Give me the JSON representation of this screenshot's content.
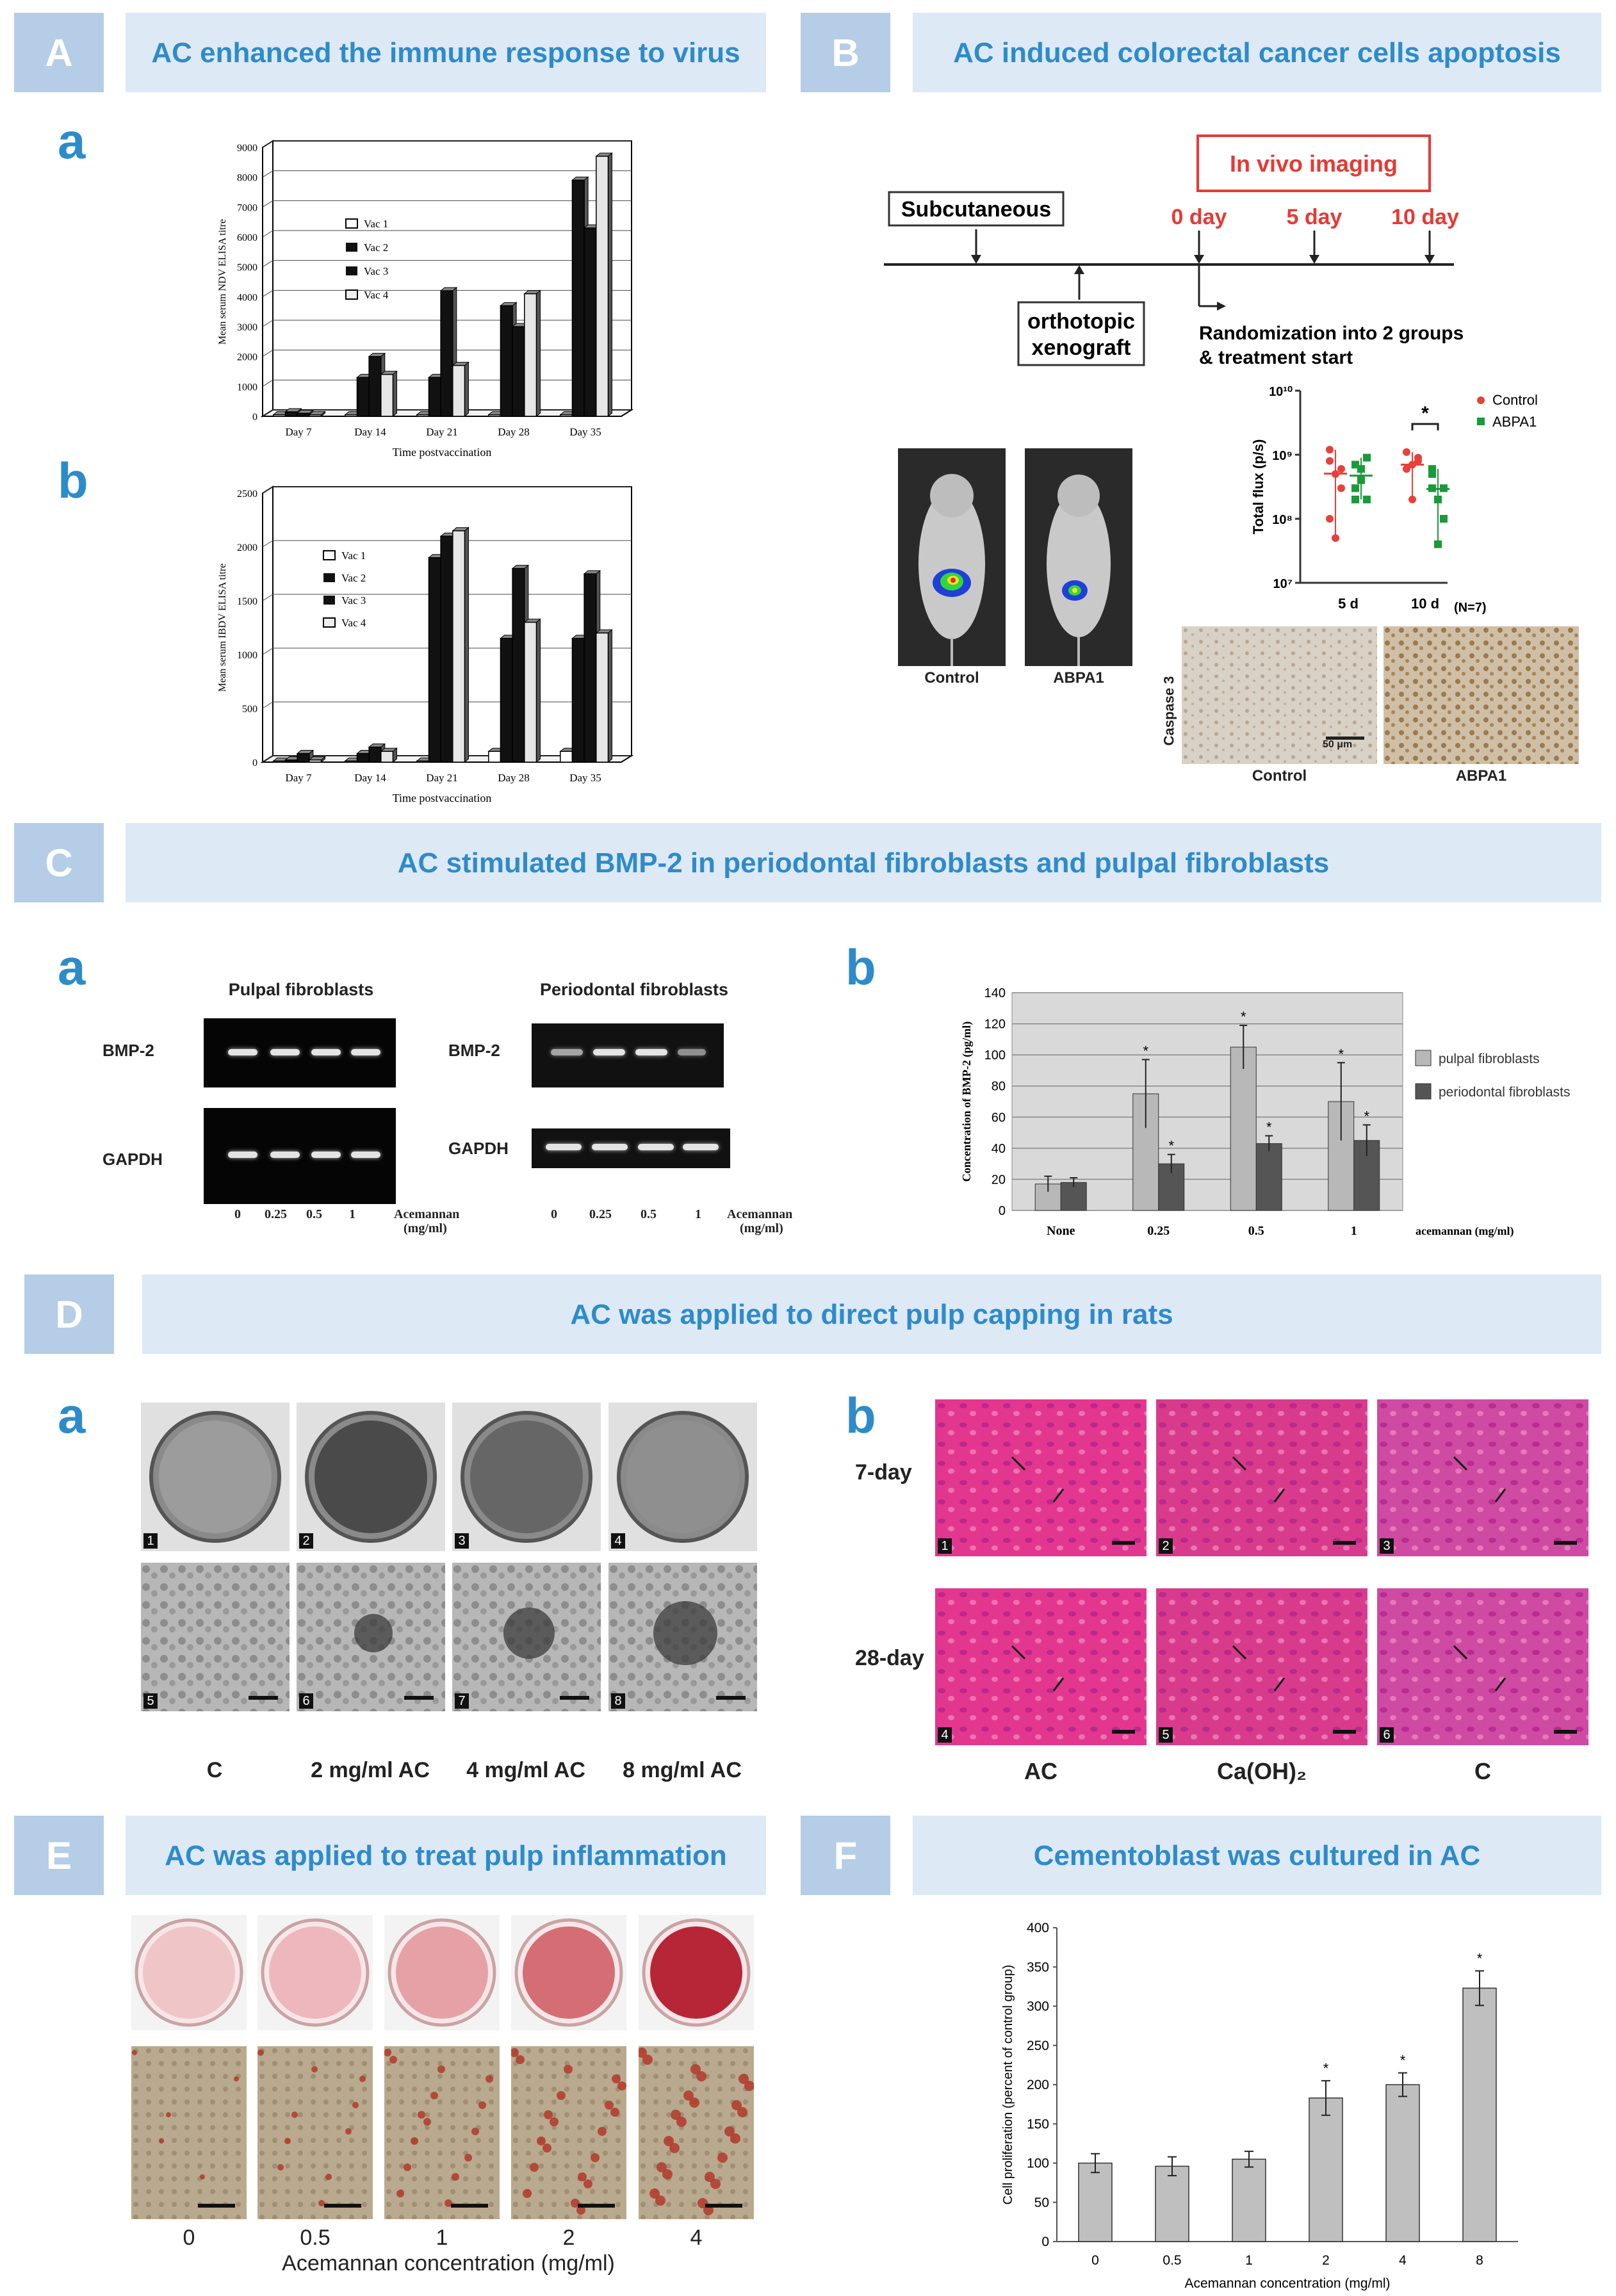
{
  "sections": {
    "A": {
      "letter": "A",
      "title": "AC enhanced  the immune response to virus"
    },
    "B": {
      "letter": "B",
      "title": "AC induced colorectal cancer cells apoptosis"
    },
    "C": {
      "letter": "C",
      "title": "AC stimulated BMP-2 in periodontal fibroblasts and pulpal fibroblasts"
    },
    "D": {
      "letter": "D",
      "title": "AC was applied to direct pulp capping in rats"
    },
    "E": {
      "letter": "E",
      "title": "AC was applied to treat pulp inflammation"
    },
    "F": {
      "letter": "F",
      "title": "Cementoblast was cultured in AC"
    }
  },
  "sublabels": {
    "a": "a",
    "b": "b"
  },
  "A_legend": [
    "Vac 1",
    "Vac 2",
    "Vac 3",
    "Vac 4"
  ],
  "B_timeline": {
    "subcutaneous": "Subcutaneous",
    "orthotopic": "orthotopic",
    "xenograft": "xenograft",
    "imaging": "In vivo imaging",
    "day0": "0 day",
    "day5": "5 day",
    "day10": "10 day",
    "random1": "Randomization into 2 groups",
    "random2": "& treatment start"
  },
  "B_mice": {
    "control": "Control",
    "treated": "ABPA1"
  },
  "B_ihc": {
    "ylabel": "Caspase 3",
    "scale": "50 μm",
    "control": "Control",
    "treated": "ABPA1"
  },
  "C_gel": {
    "title_left": "Pulpal fibroblasts",
    "title_right": "Periodontal fibroblasts",
    "bmp2": "BMP-2",
    "gapdh": "GAPDH",
    "lanes": [
      "0",
      "0.25",
      "0.5",
      "1"
    ],
    "xlabel1": "Acemannan",
    "xlabel2": "(mg/ml)"
  },
  "D_a": {
    "labels": [
      "C",
      "2 mg/ml AC",
      "4 mg/ml AC",
      "8 mg/ml AC"
    ],
    "panel_numbers": [
      "1",
      "2",
      "3",
      "4",
      "5",
      "6",
      "7",
      "8"
    ]
  },
  "D_b": {
    "rows": [
      "7-day",
      "28-day"
    ],
    "cols": [
      "AC",
      "Ca(OH)₂",
      "C"
    ],
    "panel_numbers": [
      "1",
      "2",
      "3",
      "4",
      "5",
      "6"
    ]
  },
  "E_panel": {
    "labels": [
      "0",
      "0.5",
      "1",
      "2",
      "4"
    ],
    "xlabel": "Acemannan concentration (mg/ml)"
  },
  "chart_data": [
    {
      "id": "A_a",
      "type": "bar",
      "categories": [
        "Day 7",
        "Day 14",
        "Day 21",
        "Day 28",
        "Day 35"
      ],
      "ylabel": "Mean serum NDV ELISA titre",
      "xlabel": "Time postvaccination",
      "ylim": [
        0,
        9000
      ],
      "yticks": [
        "0",
        "1000",
        "2000",
        "3000",
        "4000",
        "5000",
        "6000",
        "7000",
        "8000",
        "9000"
      ],
      "series": [
        {
          "name": "Vac 1",
          "values": [
            50,
            50,
            50,
            50,
            50
          ]
        },
        {
          "name": "Vac 2",
          "values": [
            150,
            1300,
            1300,
            3700,
            7900
          ]
        },
        {
          "name": "Vac 3",
          "values": [
            100,
            2000,
            4200,
            3000,
            6300
          ]
        },
        {
          "name": "Vac 4",
          "values": [
            50,
            1400,
            1700,
            4100,
            8700
          ]
        }
      ]
    },
    {
      "id": "A_b",
      "type": "bar",
      "categories": [
        "Day 7",
        "Day 14",
        "Day 21",
        "Day 28",
        "Day 35"
      ],
      "ylabel": "Mean serum IBDV ELISA titre",
      "xlabel": "Time postvaccination",
      "ylim": [
        0,
        2500
      ],
      "yticks": [
        "0",
        "500",
        "1000",
        "1500",
        "2000",
        "2500"
      ],
      "series": [
        {
          "name": "Vac 1",
          "values": [
            10,
            10,
            10,
            100,
            100
          ]
        },
        {
          "name": "Vac 2",
          "values": [
            20,
            80,
            1900,
            1150,
            1150
          ]
        },
        {
          "name": "Vac 3",
          "values": [
            80,
            140,
            2100,
            1800,
            1750
          ]
        },
        {
          "name": "Vac 4",
          "values": [
            20,
            100,
            2150,
            1300,
            1200
          ]
        }
      ]
    },
    {
      "id": "B_scatter",
      "type": "scatter",
      "categories": [
        "5 d",
        "10 d"
      ],
      "ylabel": "Total flux (p/s)",
      "log": true,
      "yticks": [
        "10¹⁰",
        "10⁹",
        "10⁸",
        "10⁷"
      ],
      "note": "(N=7)",
      "sig": "*",
      "series": [
        {
          "name": "Control",
          "color": "#e8413b",
          "groups": [
            [
              1200000000.0,
              500000000.0,
              300000000.0,
              100000000.0,
              50000000.0,
              600000000.0,
              800000000.0
            ],
            [
              1100000000.0,
              700000000.0,
              800000000.0,
              600000000.0,
              200000000.0,
              900000000.0,
              600000000.0
            ]
          ]
        },
        {
          "name": "ABPA1",
          "color": "#1a9a3a",
          "groups": [
            [
              700000000.0,
              400000000.0,
              200000000.0,
              300000000.0,
              600000000.0,
              900000000.0,
              200000000.0
            ],
            [
              600000000.0,
              200000000.0,
              100000000.0,
              300000000.0,
              40000000.0,
              300000000.0,
              500000000.0
            ]
          ]
        }
      ]
    },
    {
      "id": "C_b",
      "type": "bar",
      "categories": [
        "None",
        "0.25",
        "0.5",
        "1"
      ],
      "ylabel": "Concentration of BMP-2 (pg/ml)",
      "xlabel": "acemannan (mg/ml)",
      "ylim": [
        0,
        140
      ],
      "yticks": [
        "0",
        "20",
        "40",
        "60",
        "80",
        "100",
        "120",
        "140"
      ],
      "series": [
        {
          "name": "pulpal fibroblasts",
          "color": "#b8b8b8",
          "values": [
            17,
            75,
            105,
            70
          ],
          "err": [
            5,
            22,
            14,
            25
          ],
          "sig": [
            "",
            "*",
            "*",
            "*"
          ]
        },
        {
          "name": "periodontal fibroblasts",
          "color": "#555555",
          "values": [
            18,
            30,
            43,
            45
          ],
          "err": [
            3,
            6,
            5,
            10
          ],
          "sig": [
            "",
            "*",
            "*",
            "*"
          ]
        }
      ]
    },
    {
      "id": "F",
      "type": "bar",
      "categories": [
        "0",
        "0.5",
        "1",
        "2",
        "4",
        "8"
      ],
      "ylabel": "Cell proliferation (percent of control group)",
      "xlabel": "Acemannan concentration (mg/ml)",
      "ylim": [
        0,
        400
      ],
      "yticks": [
        "0",
        "50",
        "100",
        "150",
        "200",
        "250",
        "300",
        "350",
        "400"
      ],
      "series": [
        {
          "name": "",
          "color": "#bfbfbf",
          "values": [
            100,
            96,
            105,
            183,
            200,
            323
          ],
          "err": [
            12,
            12,
            10,
            22,
            15,
            22
          ],
          "sig": [
            "",
            "",
            "",
            "*",
            "*",
            "*"
          ]
        }
      ]
    }
  ]
}
